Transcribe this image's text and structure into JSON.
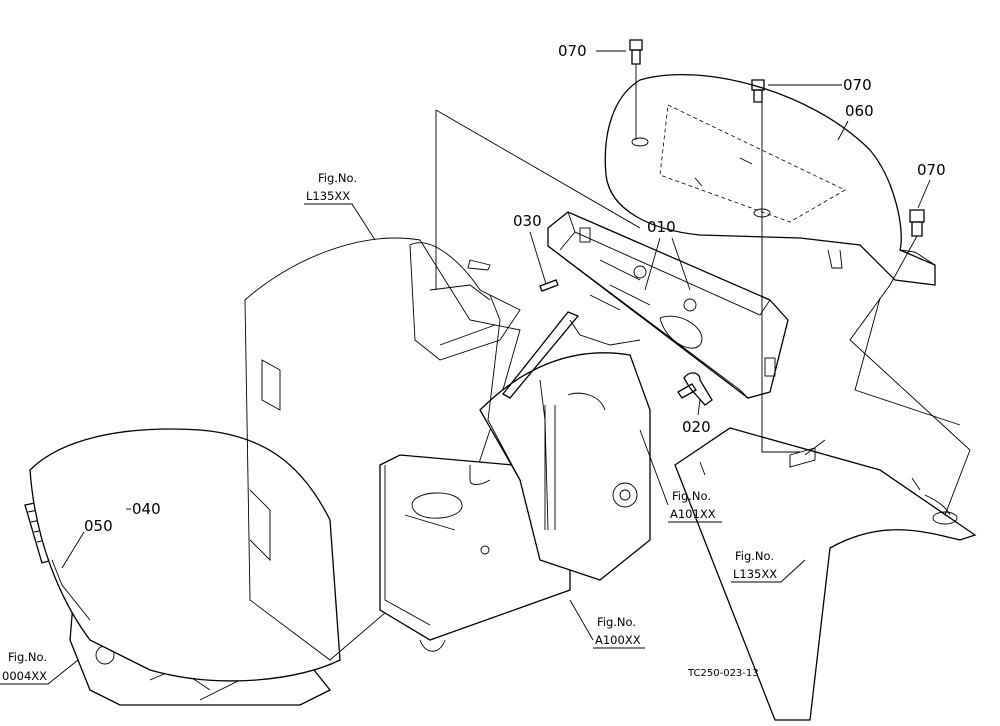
{
  "parts": {
    "p010": "010",
    "p020": "020",
    "p030": "030",
    "p040": "040",
    "p050": "050",
    "p060": "060",
    "p070a": "070",
    "p070b": "070",
    "p070c": "070"
  },
  "fig_refs": {
    "l135_left": {
      "line1": "Fig.No.",
      "line2": "L135XX"
    },
    "l135_right": {
      "line1": "Fig.No.",
      "line2": "L135XX"
    },
    "a101": {
      "line1": "Fig.No.",
      "line2": "A101XX"
    },
    "a100": {
      "line1": "Fig.No.",
      "line2": "A100XX"
    },
    "f0004": {
      "line1": "Fig.No.",
      "line2": "0004XX"
    }
  },
  "drawing_code": "TC250-023-13"
}
